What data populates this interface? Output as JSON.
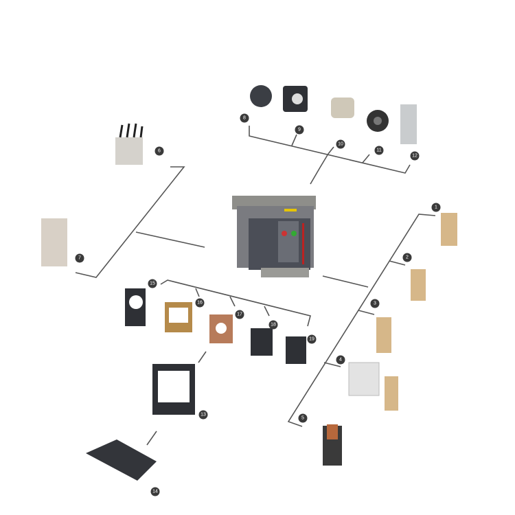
{
  "diagram": {
    "colors": {
      "line": "#555555",
      "metal": "#8a8a8a",
      "dark": "#3b3e44",
      "copper": "#c79a5a",
      "label": "#3a3a3a"
    },
    "labels": [
      "1",
      "2",
      "3",
      "4",
      "5",
      "6",
      "7",
      "8",
      "9",
      "10",
      "11",
      "12",
      "13",
      "14",
      "15",
      "16",
      "17",
      "18",
      "19"
    ]
  }
}
